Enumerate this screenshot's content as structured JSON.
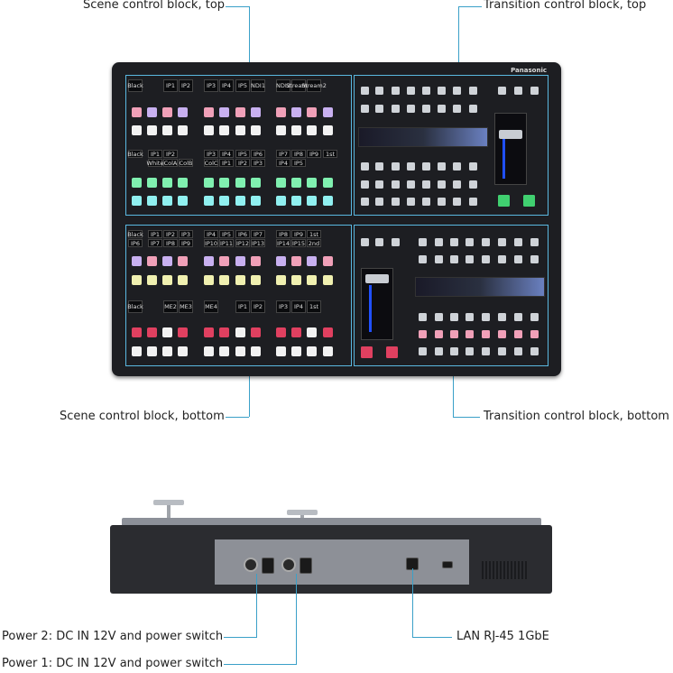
{
  "callouts": {
    "scene_top": "Scene control block, top",
    "transition_top": "Transition control block, top",
    "scene_bottom": "Scene control block, bottom",
    "transition_bottom": "Transition control block, bottom",
    "power2": "Power 2: DC IN 12V and power switch",
    "power1": "Power 1: DC IN 12V and power switch",
    "lan": "LAN RJ-45 1GbE"
  },
  "panel": {
    "brand": "Panasonic",
    "scene_top": {
      "row1_labels": [
        "Black",
        "IP1",
        "IP2",
        "IP3",
        "IP4",
        "IP5",
        "NDI1",
        "NDI2",
        "Stream1",
        "Stream2"
      ],
      "row2_labels": [
        "Black",
        "IP1",
        "IP2",
        "IP3",
        "IP4",
        "IP5",
        "IP6",
        "IP7",
        "IP8",
        "IP9",
        "1st"
      ],
      "row2_sub": [
        "White",
        "ColA",
        "ColB",
        "ColC",
        "IP1",
        "IP2",
        "IP3",
        "IP4",
        "IP5"
      ]
    },
    "scene_bottom": {
      "row1_labels": [
        "Black",
        "IP1",
        "IP2",
        "IP3",
        "IP4",
        "IP5",
        "IP6",
        "IP7",
        "IP8",
        "IP9",
        "1st"
      ],
      "row1_sub": [
        "IP6",
        "IP7",
        "IP8",
        "IP9",
        "IP10",
        "IP11",
        "IP12",
        "IP13",
        "IP14",
        "IP15",
        "2nd"
      ],
      "row2_labels": [
        "Black",
        "ME2",
        "ME3",
        "ME4",
        "IP1",
        "IP2",
        "IP3",
        "IP4",
        "1st"
      ]
    }
  },
  "colors": {
    "accent": "#3aa0c8",
    "pink": "#f0a0b8",
    "lavender": "#c8b0f0",
    "white": "#f2f2f2",
    "green": "#80f0b0",
    "cyan": "#90f0f0",
    "yellow": "#f0f0b0",
    "red": "#e04060",
    "green_key": "#40d070"
  }
}
